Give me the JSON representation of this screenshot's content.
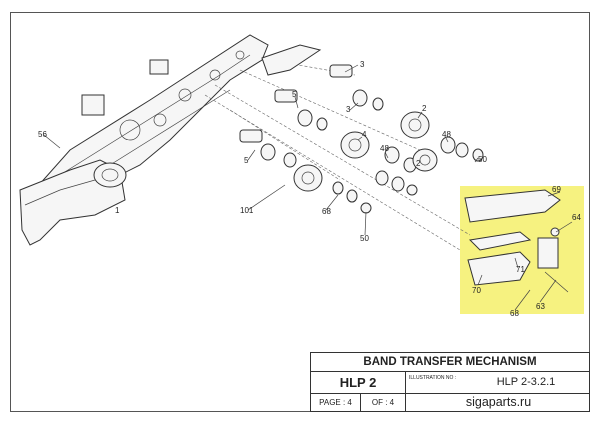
{
  "drawing": {
    "highlight_color": "#f5f06a",
    "labels": {
      "l56": "56",
      "l1": "1",
      "l101": "101",
      "l3a": "3",
      "l3b": "3",
      "l5a": "5",
      "l5b": "5",
      "l4": "4",
      "l2a": "2",
      "l2b": "2",
      "l48a": "48",
      "l48b": "48",
      "l50a": "50",
      "l50b": "50",
      "l68a": "68",
      "l68b": "68",
      "l69": "69",
      "l64": "64",
      "l70": "70",
      "l71": "71",
      "l63": "63"
    }
  },
  "title_block": {
    "title": "BAND TRANSFER MECHANISM",
    "model": "HLP 2",
    "illustration_label": "ILLUSTRATION NO :",
    "illustration_no": "HLP 2-3.2.1",
    "page": "PAGE : 4",
    "of": "OF : 4",
    "site": "sigaparts.ru"
  }
}
